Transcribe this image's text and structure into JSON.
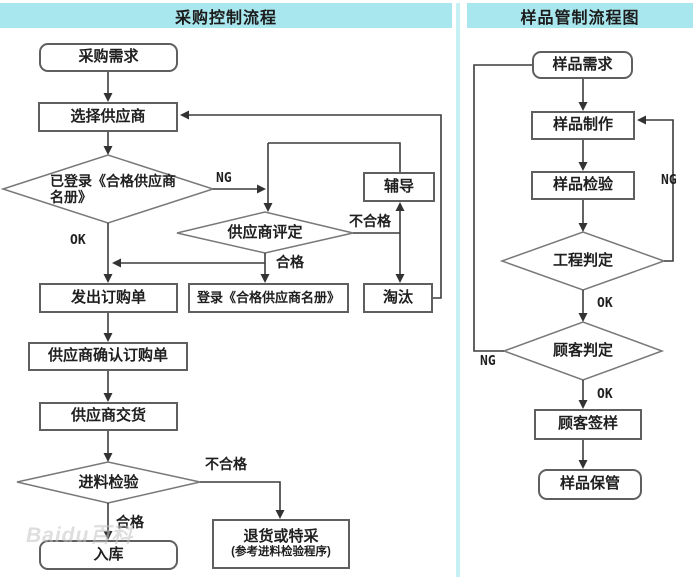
{
  "left_chart": {
    "title": "采购控制流程",
    "nodes": {
      "demand": "采购需求",
      "select": "选择供应商",
      "registered_check": "已登录《合格供应商名册》",
      "evaluate": "供应商评定",
      "coach": "辅导",
      "eliminate": "淘汰",
      "issue_po": "发出订购单",
      "register_roster": "登录《合格供应商名册》",
      "confirm_po": "供应商确认订购单",
      "deliver": "供应商交货",
      "incoming_inspection": "进料检验",
      "stock_in": "入库",
      "return_line1": "退货或特采",
      "return_line2": "(参考进料检验程序)"
    },
    "labels": {
      "ng": "NG",
      "ok": "OK",
      "pass_eval": "合格",
      "fail_eval": "不合格",
      "pass_inspect": "合格",
      "fail_inspect": "不合格"
    }
  },
  "right_chart": {
    "title": "样品管制流程图",
    "nodes": {
      "demand": "样品需求",
      "make": "样品制作",
      "inspect": "样品检验",
      "engineering_judge": "工程判定",
      "customer_judge": "顾客判定",
      "customer_sign": "顾客签样",
      "keep": "样品保管"
    },
    "labels": {
      "ng_right": "NG",
      "ok_top": "OK",
      "ng_left": "NG",
      "ok_bottom": "OK"
    }
  },
  "watermark": "Baidu百科",
  "colors": {
    "header_bg": "#a9e7ee",
    "divider": "#c5f0f4",
    "connector": "#3c3c3c",
    "box_border": "#5f5f5f"
  }
}
